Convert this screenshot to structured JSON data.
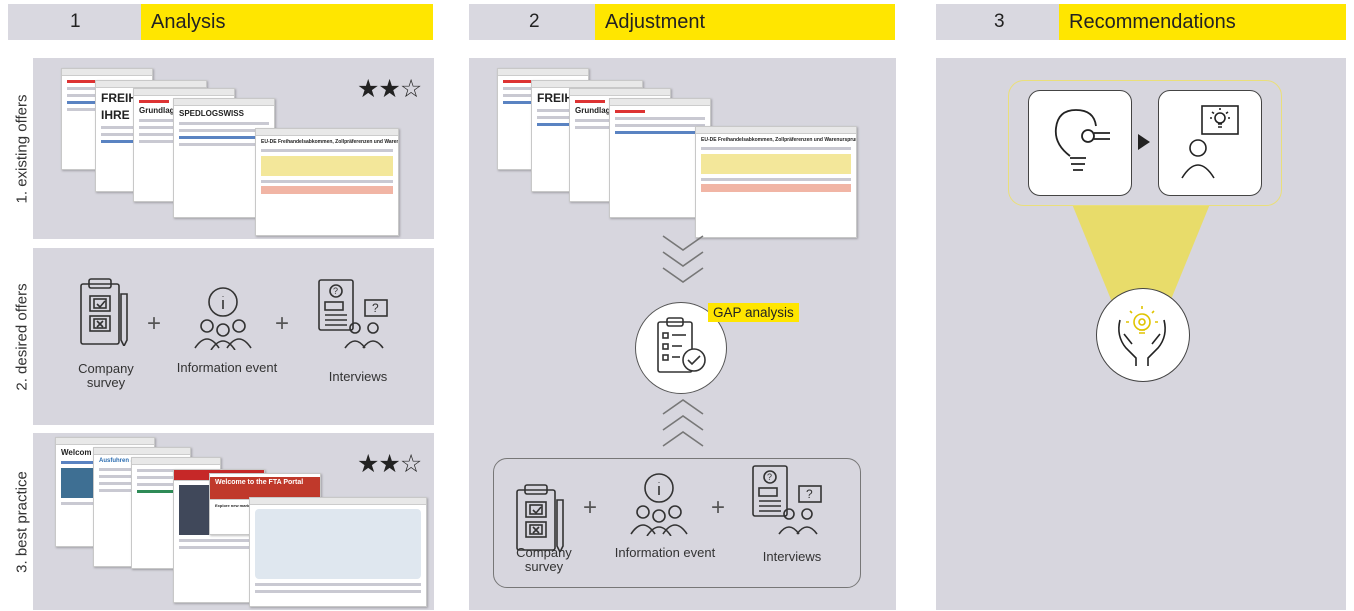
{
  "columns": [
    {
      "number": "1",
      "title": "Analysis"
    },
    {
      "number": "2",
      "title": "Adjustment"
    },
    {
      "number": "3",
      "title": "Recommendations"
    }
  ],
  "analysis": {
    "rows": [
      {
        "label": "1. existing offers",
        "stars": "★★☆"
      },
      {
        "label": "2. desired offers"
      },
      {
        "label": "3. best practice",
        "stars": "★★☆"
      }
    ],
    "methods": [
      {
        "icon": "clipboard-survey-icon",
        "caption_line1": "Company",
        "caption_line2": "survey"
      },
      {
        "icon": "information-event-icon",
        "caption_line1": "Information event"
      },
      {
        "icon": "interviews-icon",
        "caption_line1": "Interviews"
      }
    ],
    "plus": "+"
  },
  "screenshot_text": {
    "freih": "FREIH",
    "ihre": "IHRE",
    "grundlagen": "Grundlagen",
    "spedlogswiss": "SPEDLOGSWISS",
    "table_title": "EU-DE Freihandelsabkommen, Zollpräferenzen und Warenursprung",
    "welcome": "Welcome to the FTA Portal",
    "welcome_sub": "Explore new market and find the best FTA for your business",
    "aufuhren": "Ausfuhren aus der EU, Einfuhren in die EU",
    "welcom_global": "Welcom Global T"
  },
  "adjustment": {
    "gap_label": "GAP analysis",
    "methods": [
      {
        "caption_line1": "Company",
        "caption_line2": "survey"
      },
      {
        "caption_line1": "Information event"
      },
      {
        "caption_line1": "Interviews"
      }
    ]
  },
  "recommendations": {
    "icons": [
      "lightbulb-hand-icon",
      "person-idea-icon",
      "hands-lightbulb-icon"
    ]
  },
  "colors": {
    "accent": "#ffe600",
    "panel": "#d7d6de",
    "header": "#d9d8e0"
  }
}
